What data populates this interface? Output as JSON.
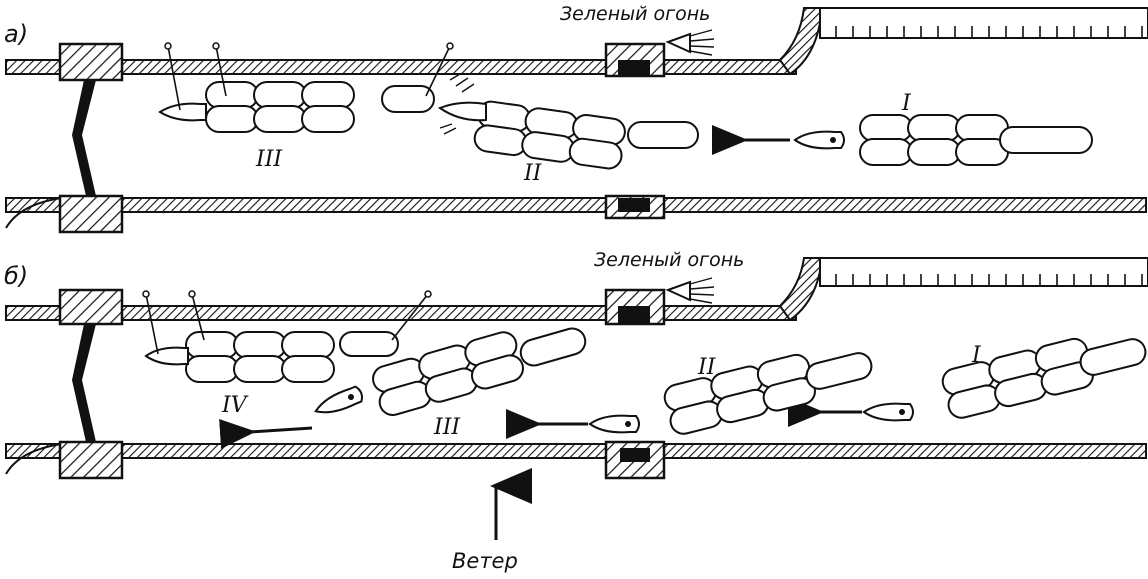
{
  "panels": [
    {
      "id": "a",
      "label": "а)",
      "signal_label": "Зеленый огонь",
      "vessels": [
        "I",
        "II",
        "III"
      ]
    },
    {
      "id": "b",
      "label": "б)",
      "signal_label": "Зеленый огонь",
      "vessels": [
        "I",
        "II",
        "III",
        "IV"
      ],
      "wind_label": "Ветер"
    }
  ]
}
